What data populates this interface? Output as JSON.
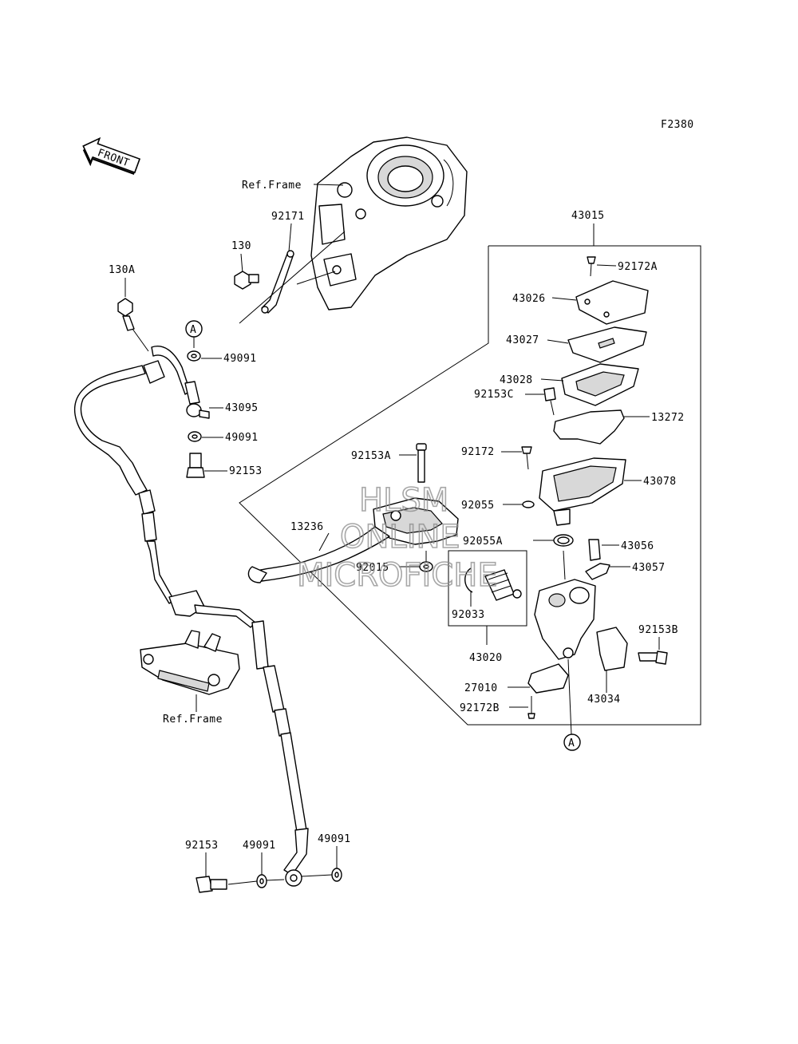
{
  "figure_code": "F2380",
  "front_arrow": "FRONT",
  "ref_frame_label": "Ref.Frame",
  "callout_a": "A",
  "watermark": {
    "line1": "HLSM",
    "line2": "ONLINE",
    "line3": "MICROFICHE"
  },
  "labels": {
    "p92171": "92171",
    "p130": "130",
    "p130A": "130A",
    "p49091_top": "49091",
    "p43095": "43095",
    "p49091_mid": "49091",
    "p92153_top": "92153",
    "p43015": "43015",
    "p92172A": "92172A",
    "p43026": "43026",
    "p43027": "43027",
    "p43028": "43028",
    "p92153C": "92153C",
    "p13272": "13272",
    "p92153A": "92153A",
    "p92172": "92172",
    "p43078": "43078",
    "p92055": "92055",
    "p13236": "13236",
    "p92055A": "92055A",
    "p43056": "43056",
    "p92015": "92015",
    "p43057": "43057",
    "p92033": "92033",
    "p92153B": "92153B",
    "p43020": "43020",
    "p27010": "27010",
    "p43034": "43034",
    "p92172B": "92172B",
    "p92153_bot": "92153",
    "p49091_bot1": "49091",
    "p49091_bot2": "49091"
  }
}
